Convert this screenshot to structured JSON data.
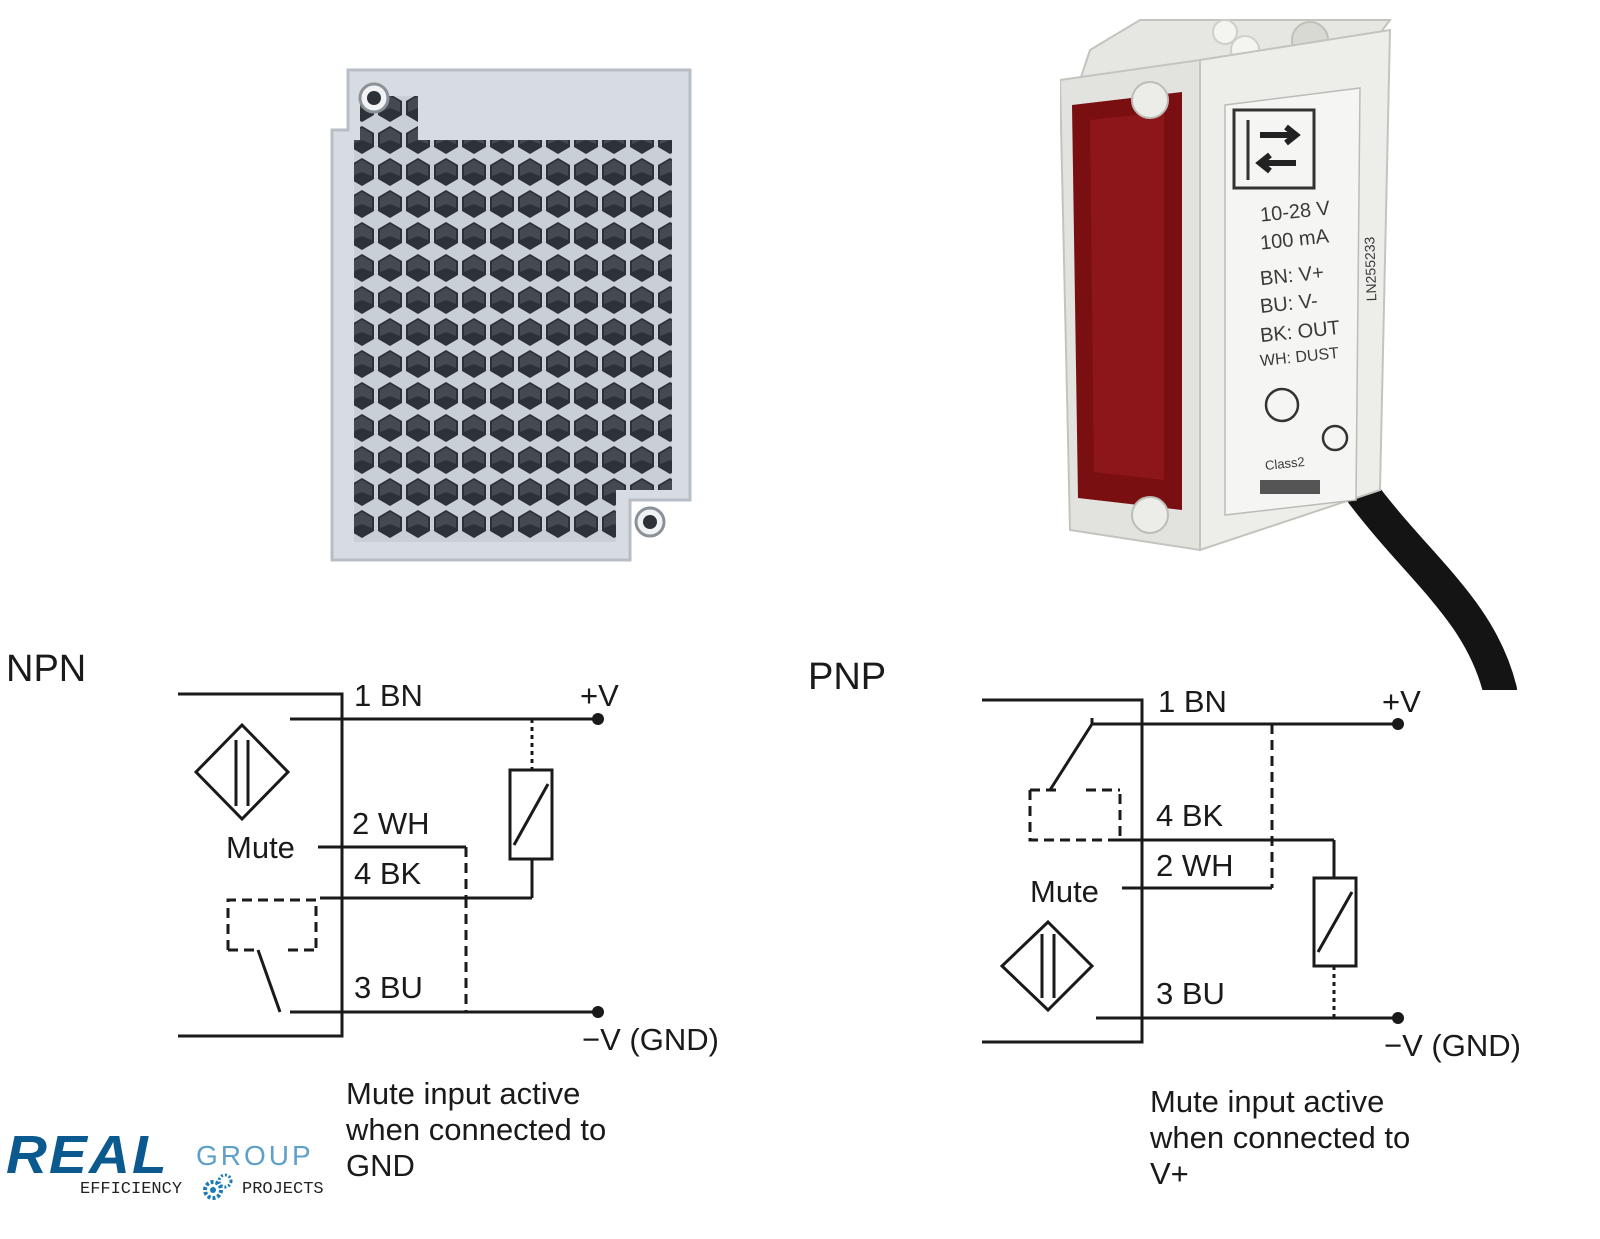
{
  "npn": {
    "title": "NPN",
    "pin1": "1 BN",
    "pin2": "2 WH",
    "pin4": "4 BK",
    "pin3": "3 BU",
    "mute": "Mute",
    "vplus": "+V",
    "vgnd": "−V (GND)",
    "note": [
      "Mute input active",
      "when connected to",
      "GND"
    ]
  },
  "pnp": {
    "title": "PNP",
    "pin1": "1 BN",
    "pin4": "4 BK",
    "pin2": "2 WH",
    "pin3": "3 BU",
    "mute": "Mute",
    "vplus": "+V",
    "vgnd": "−V (GND)",
    "note": [
      "Mute input active",
      "when connected to",
      "V+"
    ]
  },
  "sensor": {
    "voltage": "10-28 V",
    "current": "100 mA",
    "bn": "BN: V+",
    "bu": "BU: V-",
    "bk": "BK: OUT",
    "wh": "WH: DUST",
    "serial": "LN255233",
    "class": "Class2"
  },
  "logo": {
    "main": "REAL",
    "sub": "GROUP",
    "left": "EFFICIENCY",
    "right": "PROJECTS"
  },
  "colors": {
    "logo_blue": "#0b5a8f",
    "sensor_red": "#7a0f12",
    "reflector_gray": "#3a3e45"
  }
}
